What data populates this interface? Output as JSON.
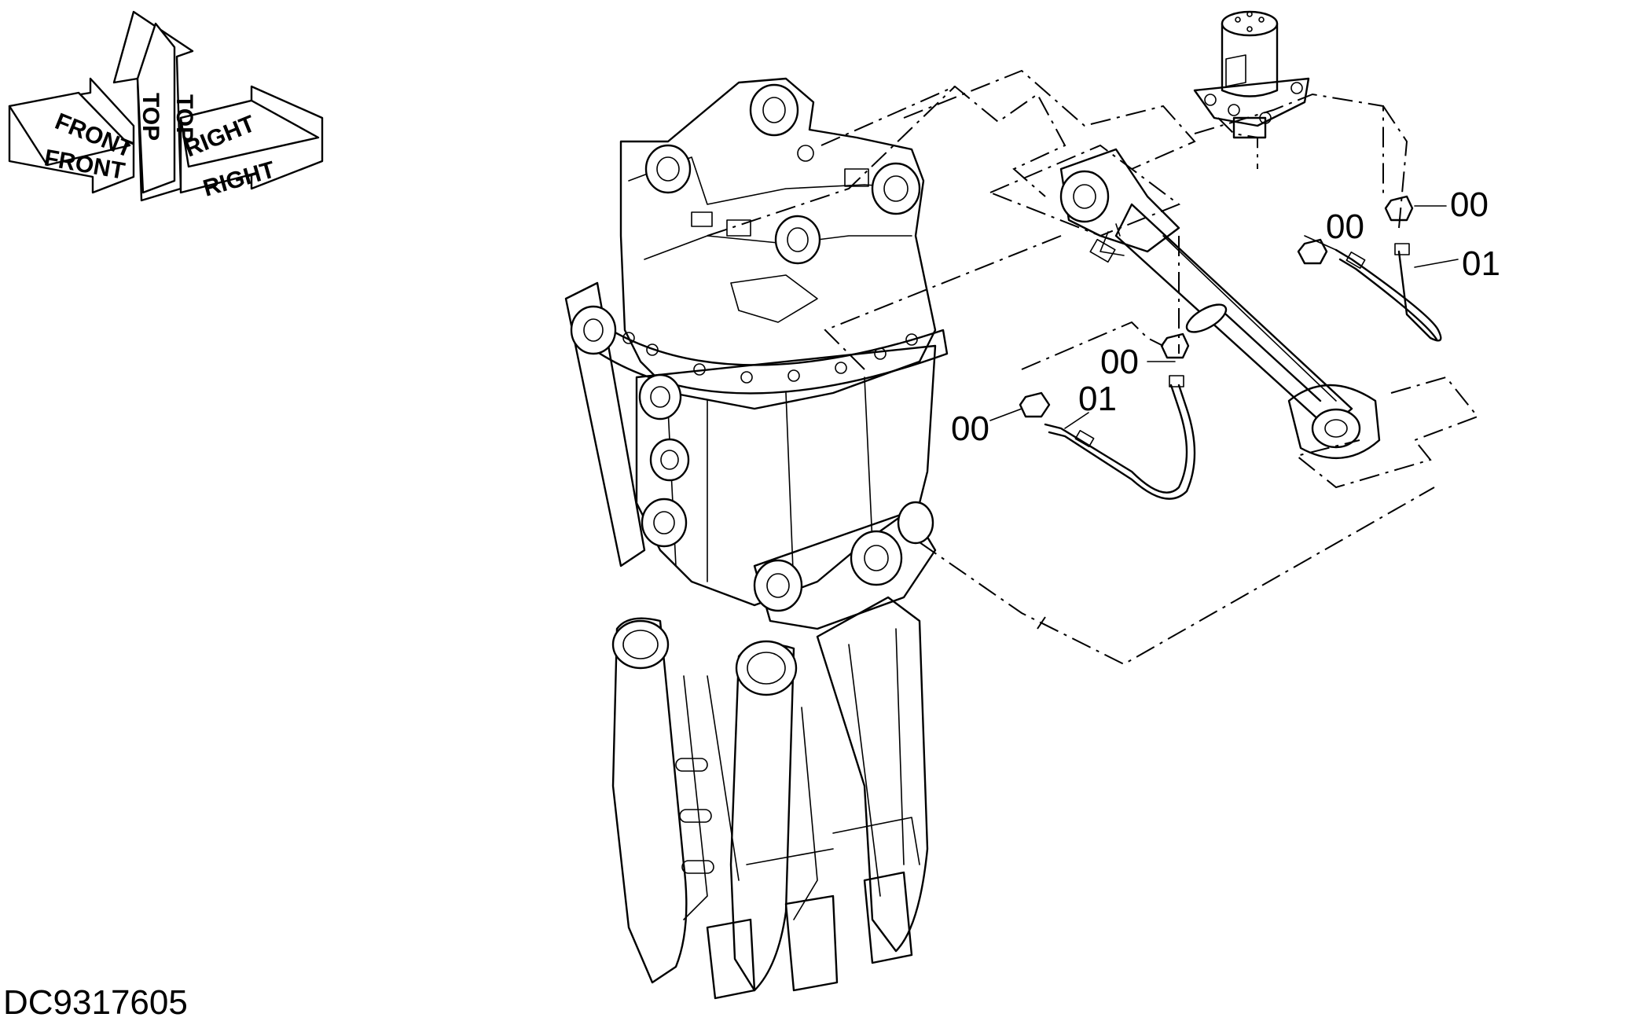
{
  "drawing": {
    "id": "DC9317605"
  },
  "orientation": {
    "labels": [
      "FRONT",
      "FRONT",
      "TOP",
      "TOP",
      "RIGHT",
      "RIGHT"
    ]
  },
  "callouts": [
    {
      "text": "00"
    },
    {
      "text": "00"
    },
    {
      "text": "01"
    },
    {
      "text": "00"
    },
    {
      "text": "00"
    },
    {
      "text": "01"
    }
  ],
  "colors": {
    "line": "#000000",
    "background": "#ffffff"
  }
}
